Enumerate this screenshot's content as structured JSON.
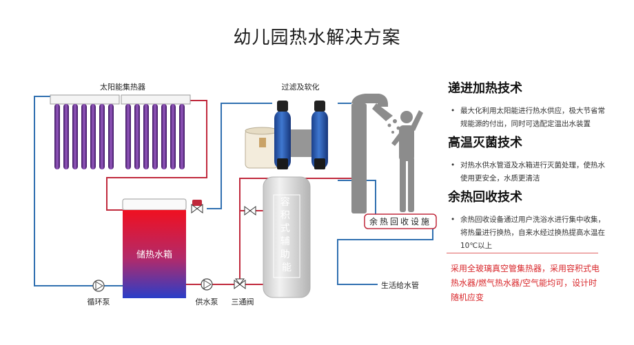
{
  "title": "幼儿园热水解决方案",
  "labels": {
    "solar": "太阳能集热器",
    "filter": "过滤及软化",
    "storage_tank": "储热水箱",
    "aux_source": "容积式辅助能源",
    "waste_heat": "余热回收设施",
    "circulation_pump": "循环泵",
    "supply_pump": "供水泵",
    "three_way_valve": "三通阀",
    "domestic_water_pipe": "生活给水管"
  },
  "features": [
    {
      "title": "递进加热技术",
      "desc": "最大化利用太阳能进行热水供应，极大节省常规能源的付出，同时可选配定温出水装置"
    },
    {
      "title": "高温灭菌技术",
      "desc": "对热水供水管道及水箱进行灭菌处理，使热水使用更安全，水质更清洁"
    },
    {
      "title": "余热回收技术",
      "desc": "余热回收设备通过用户洗浴水进行集中收集，将热量进行换热，自来水经过换热提高水温在10℃以上"
    }
  ],
  "note": "采用全玻璃真空管集热器，采用容积式电热水器/燃气热水器/空气能均可，设计时随机应变",
  "colors": {
    "hot_pipe": "#c0283b",
    "cold_pipe": "#2f6fb0",
    "tube": "#5a2a7a",
    "accent_red": "#d8262a"
  },
  "icons": [
    "shower-person-icon",
    "pump-icon",
    "valve-icon",
    "water-softener-icon"
  ]
}
